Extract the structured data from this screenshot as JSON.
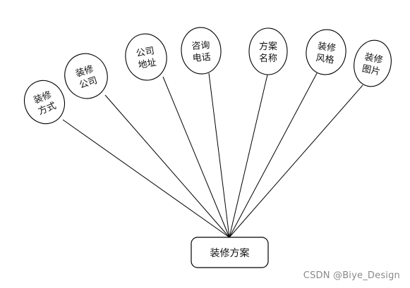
{
  "entity": {
    "name": "装修方案"
  },
  "attributes": [
    {
      "line1": "装修",
      "line2": "方式"
    },
    {
      "line1": "装修",
      "line2": "公司"
    },
    {
      "line1": "公司",
      "line2": "地址"
    },
    {
      "line1": "咨询",
      "line2": "电话"
    },
    {
      "line1": "方案",
      "line2": "名称"
    },
    {
      "line1": "装修",
      "line2": "风格"
    },
    {
      "line1": "装修",
      "line2": "图片"
    }
  ],
  "watermark": "CSDN @Biye_Design",
  "colors": {
    "stroke": "#000000",
    "fill": "#ffffff",
    "text": "#111111",
    "watermark": "#8a8a8a"
  }
}
